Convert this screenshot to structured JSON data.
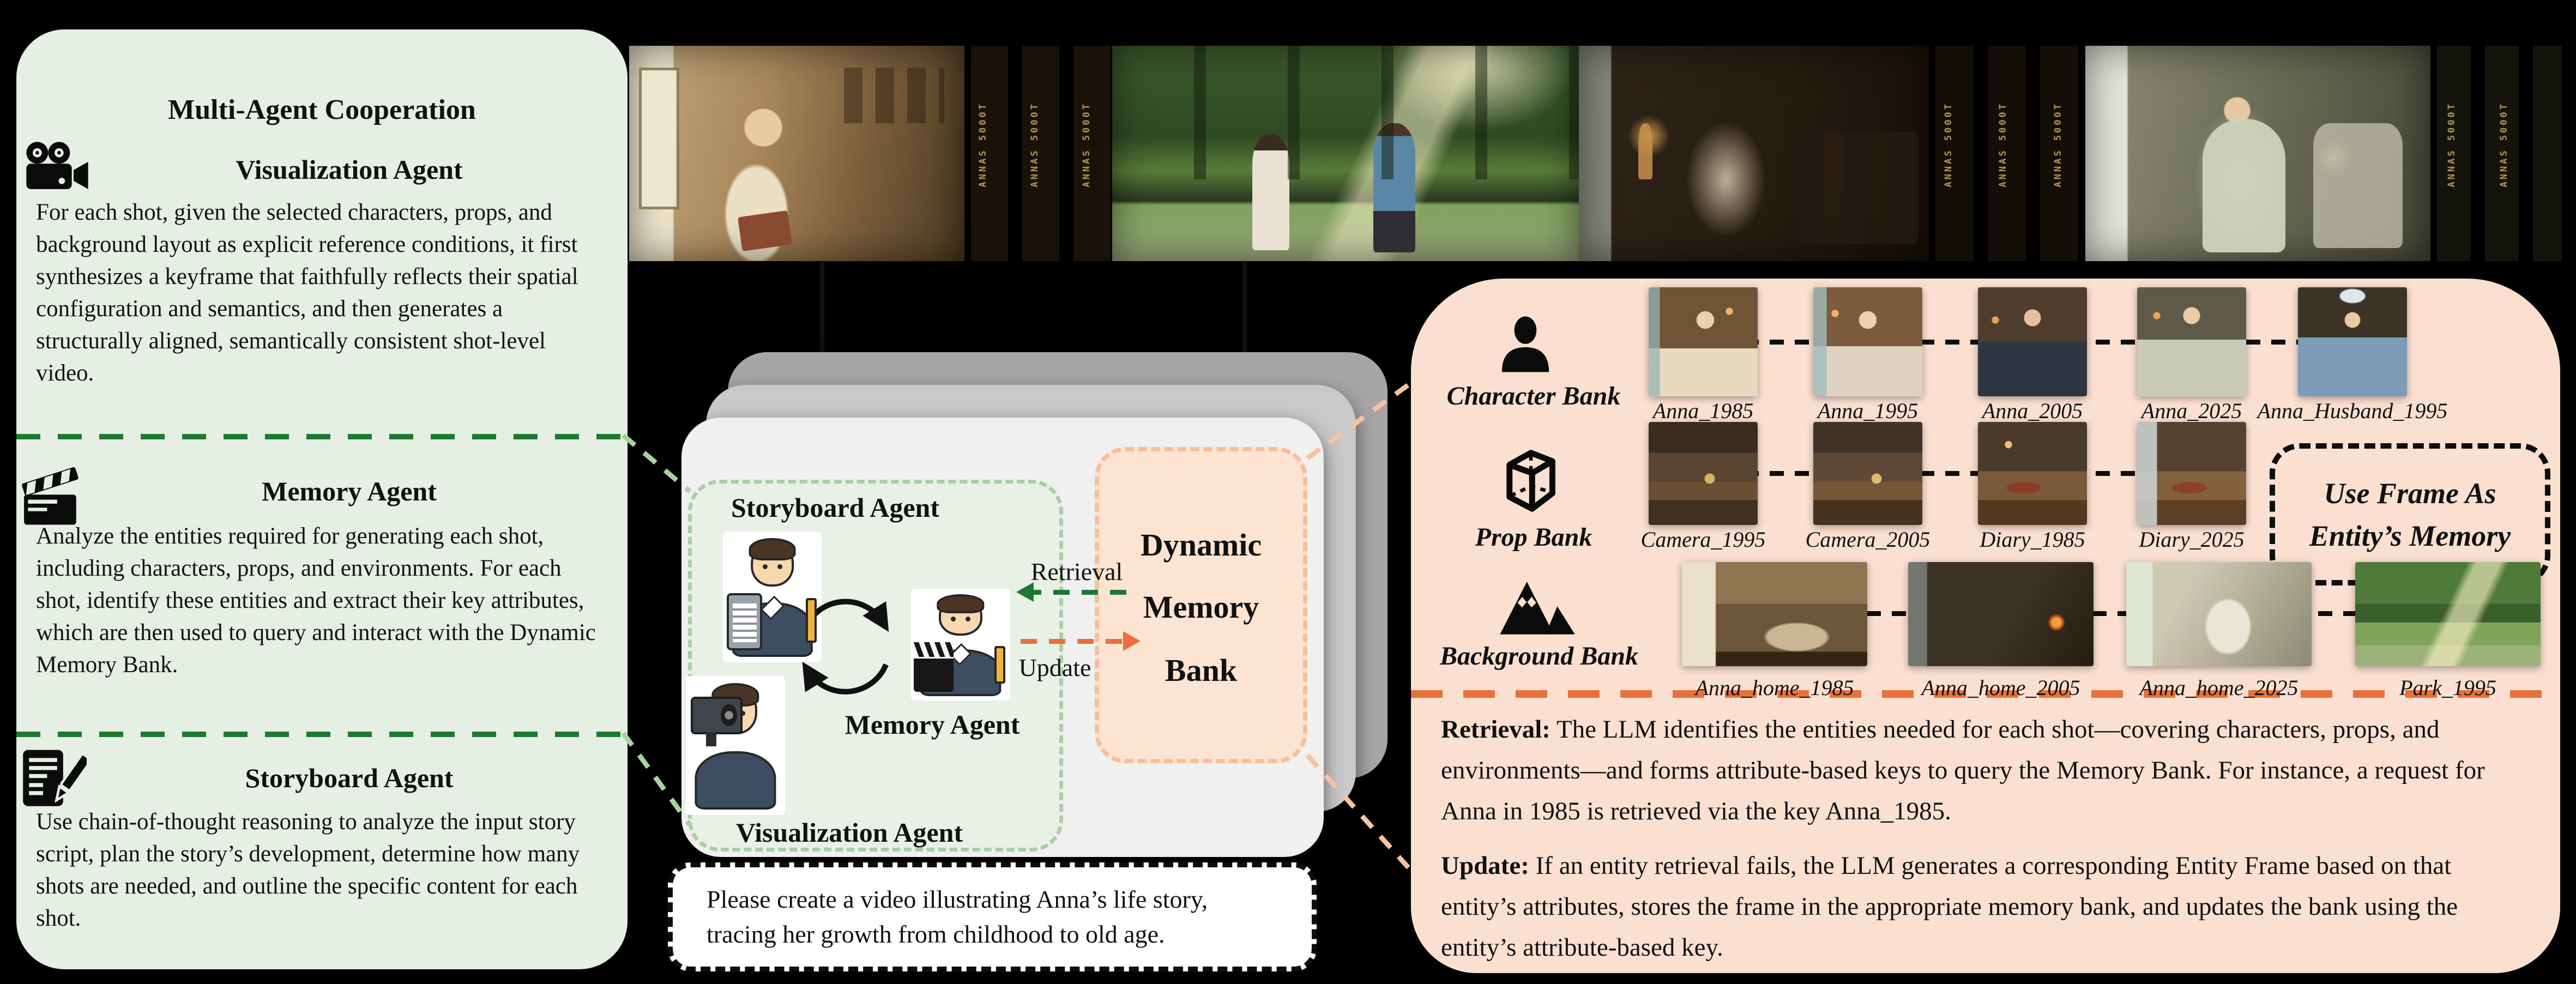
{
  "palette": {
    "background": "#000000",
    "left_panel": "#e6efe3",
    "agent_box_fill": "#e9f1e6",
    "agent_box_border": "#a9cfa4",
    "memory_bank_fill": "#fde3d2",
    "right_panel": "#fbe0d1",
    "green_accent": "#1d7a31",
    "orange_accent": "#e8703a",
    "film_marking_gold": "#bf9a55"
  },
  "left_panel": {
    "title": "Multi-Agent Cooperation",
    "sections": [
      {
        "heading": "Visualization Agent",
        "icon": "movie-camera",
        "body": "For each shot, given the selected characters, props, and background layout as explicit reference conditions, it first synthesizes a keyframe that faithfully reflects their spatial configuration and semantics, and then generates a structurally aligned, semantically consistent shot-level video."
      },
      {
        "heading": "Memory Agent",
        "icon": "clapperboard",
        "body": "Analyze the entities required for generating each shot, including characters, props, and environments. For each shot, identify these entities and extract their key attributes, which are then used to query and interact with the Dynamic Memory Bank."
      },
      {
        "heading": "Storyboard Agent",
        "icon": "script-and-pencil",
        "body": "Use chain-of-thought reasoning to analyze the input story script, plan the story’s development, determine how many shots are needed, and outline the specific content for each shot."
      }
    ]
  },
  "filmstrip": {
    "marking": "ANNAS 5000T",
    "scenes": [
      "bedroom-journal",
      "park-photograph",
      "living-room-camera",
      "armchair-blanket"
    ]
  },
  "diagram": {
    "storyboard_label": "Storyboard Agent",
    "memory_label": "Memory Agent",
    "visualization_label": "Visualization Agent",
    "retrieval_label": "Retrieval",
    "update_label": "Update",
    "bank_line1": "Dynamic",
    "bank_line2": "Memory",
    "bank_line3": "Bank"
  },
  "prompt_box": {
    "text": "Please create a video illustrating Anna’s life story, tracing her growth from childhood to old age."
  },
  "memory_panel": {
    "character_bank": {
      "label": "Character Bank",
      "items": [
        "Anna_1985",
        "Anna_1995",
        "Anna_2005",
        "Anna_2025",
        "Anna_Husband_1995"
      ]
    },
    "prop_bank": {
      "label": "Prop Bank",
      "items": [
        "Camera_1995",
        "Camera_2005",
        "Diary_1985",
        "Diary_2025"
      ]
    },
    "background_bank": {
      "label": "Background Bank",
      "items": [
        "Anna_home_1985",
        "Anna_home_2005",
        "Anna_home_2025",
        "Park_1995"
      ]
    },
    "use_frame_note_line1": "Use Frame As",
    "use_frame_note_line2": "Entity’s Memory",
    "retrieval_lead": "Retrieval:",
    "retrieval_body": " The LLM identifies the entities needed for each shot—covering characters, props, and environments—and forms attribute-based keys to query the Memory Bank. For instance, a request for Anna in 1985 is retrieved via the key Anna_1985.",
    "update_lead": "Update:",
    "update_body": " If an entity retrieval fails, the LLM generates a corresponding Entity Frame based on that entity’s attributes, stores the frame in the appropriate memory bank, and updates the bank using the entity’s attribute-based key."
  }
}
